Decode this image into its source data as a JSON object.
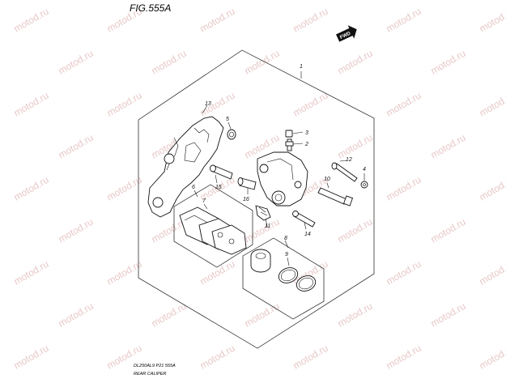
{
  "figure": {
    "title": "FIG.555A"
  },
  "fwd_badge": {
    "text": "FWD"
  },
  "watermark": {
    "text": "motod.ru"
  },
  "footer": {
    "line1": "DL250AL9  P21  555A",
    "line2": "REAR CALIPER"
  },
  "callouts": {
    "c1": "1",
    "c2": "2",
    "c3": "3",
    "c4": "4",
    "c5": "5",
    "c6": "6",
    "c7": "7",
    "c8": "8",
    "c9": "9",
    "c10": "10",
    "c11": "11",
    "c12": "12",
    "c13": "13",
    "c14": "14",
    "c15": "15",
    "c16": "16"
  }
}
